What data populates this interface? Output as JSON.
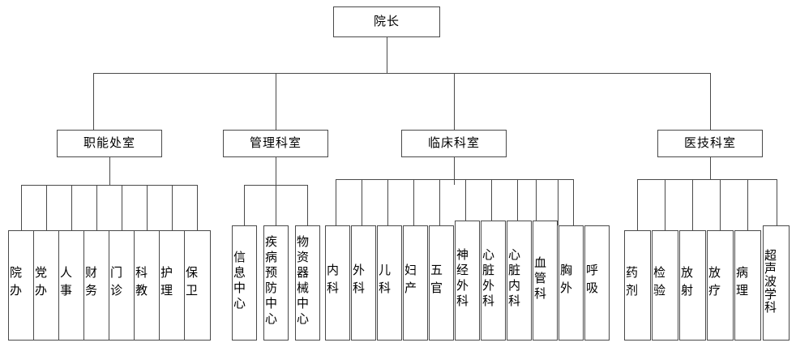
{
  "chart": {
    "title_node": {
      "label": "院长"
    },
    "groups": [
      {
        "label": "职能处室",
        "children": [
          {
            "label": "院办"
          },
          {
            "label": "党办"
          },
          {
            "label": "人事"
          },
          {
            "label": "财务"
          },
          {
            "label": "门诊"
          },
          {
            "label": "科教"
          },
          {
            "label": "护理"
          },
          {
            "label": "保卫"
          }
        ]
      },
      {
        "label": "管理科室",
        "children": [
          {
            "label": "信息中心"
          },
          {
            "label": "疾病预防中心"
          },
          {
            "label": "物资器械中心"
          }
        ]
      },
      {
        "label": "临床科室",
        "children": [
          {
            "label": "内科"
          },
          {
            "label": "外科"
          },
          {
            "label": "儿科"
          },
          {
            "label": "妇产"
          },
          {
            "label": "五官"
          },
          {
            "label": "神经外科"
          },
          {
            "label": "心脏外科"
          },
          {
            "label": "心脏内科"
          },
          {
            "label": "血管科"
          },
          {
            "label": "胸外"
          },
          {
            "label": "呼吸"
          }
        ]
      },
      {
        "label": "医技科室",
        "children": [
          {
            "label": "药剂"
          },
          {
            "label": "检验"
          },
          {
            "label": "放射"
          },
          {
            "label": "放疗"
          },
          {
            "label": "病理"
          },
          {
            "label": "超声波学科"
          }
        ]
      }
    ],
    "colors": {
      "line": "#4a4a4a",
      "box_fill": "#ffffff",
      "text": "#000000",
      "background": "#ffffff"
    }
  }
}
